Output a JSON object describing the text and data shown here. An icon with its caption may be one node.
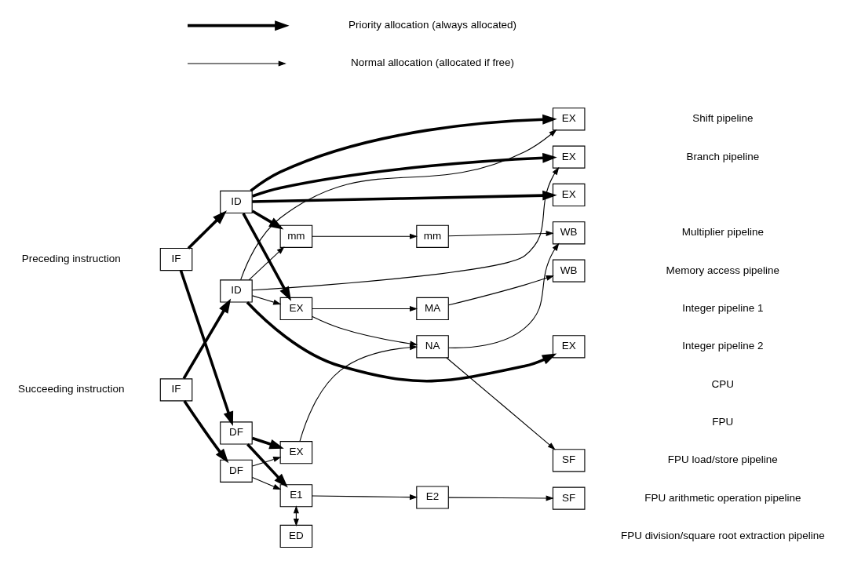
{
  "diagram": {
    "nodes": [
      {
        "text": [
          "IF"
        ],
        "beside": [
          "Preceding instruction"
        ]
      },
      {
        "text": [
          "IF"
        ],
        "beside": [
          "Succeeding instruction"
        ]
      },
      {
        "text": [
          "ID"
        ]
      },
      {
        "text": [
          "ID"
        ]
      },
      {
        "text": [
          "EX"
        ]
      },
      {
        "text": [
          "EX"
        ]
      },
      {
        "text": [
          "mm"
        ]
      },
      {
        "text": [
          "mm"
        ]
      },
      {
        "text": [
          "WB"
        ]
      },
      {
        "text": [
          "EX"
        ]
      },
      {
        "text": [
          "MA"
        ]
      },
      {
        "text": [
          "WB"
        ]
      },
      {
        "text": [
          "EX"
        ]
      },
      {
        "text": [
          "EX"
        ]
      },
      {
        "text": [
          "DF"
        ]
      },
      {
        "text": [
          "DF"
        ]
      },
      {
        "text": [
          "EX"
        ]
      },
      {
        "text": [
          "NA"
        ]
      },
      {
        "text": [
          "SF"
        ]
      },
      {
        "text": [
          "E1"
        ]
      },
      {
        "text": [
          "E2"
        ]
      },
      {
        "text": [
          "SF"
        ]
      },
      {
        "text": [
          "ED"
        ]
      }
    ],
    "edges": [
      {
        "from": 0,
        "to": 2,
        "arrow": "to",
        "style": "thick"
      },
      {
        "from": 1,
        "to": 3,
        "arrow": "to",
        "style": "thick"
      },
      {
        "from": 0,
        "to": 14,
        "arrow": "to",
        "style": "thick"
      },
      {
        "from": 1,
        "to": 15,
        "arrow": "to",
        "style": "thick"
      },
      {
        "from": 2,
        "to": 4,
        "arrow": "to",
        "style": "thick"
      },
      {
        "from": 2,
        "to": 5,
        "arrow": "to",
        "style": "thick"
      },
      {
        "from": 2,
        "to": 6,
        "arrow": "to",
        "style": "thick"
      },
      {
        "from": 2,
        "to": 9,
        "arrow": "to",
        "style": "thick"
      },
      {
        "from": 2,
        "to": 12,
        "arrow": "to",
        "style": "thick"
      },
      {
        "from": 3,
        "to": 4,
        "arrow": "to"
      },
      {
        "from": 3,
        "to": 5,
        "arrow": "to"
      },
      {
        "from": 3,
        "to": 6,
        "arrow": "to"
      },
      {
        "from": 3,
        "to": 9,
        "arrow": "to"
      },
      {
        "from": 3,
        "to": 13,
        "arrow": "to",
        "style": "thick"
      },
      {
        "from": 6,
        "to": 7,
        "arrow": "to"
      },
      {
        "from": 7,
        "to": 8,
        "arrow": "to"
      },
      {
        "from": 9,
        "to": 10,
        "arrow": "to"
      },
      {
        "from": 9,
        "to": 17,
        "arrow": "to"
      },
      {
        "from": 10,
        "to": 11,
        "arrow": "to"
      },
      {
        "from": 14,
        "to": 16,
        "arrow": "to",
        "style": "thick"
      },
      {
        "from": 14,
        "to": 19,
        "arrow": "to",
        "style": "thick"
      },
      {
        "from": 15,
        "to": 16,
        "arrow": "to"
      },
      {
        "from": 15,
        "to": 19,
        "arrow": "to"
      },
      {
        "from": 16,
        "to": 17,
        "arrow": "to"
      },
      {
        "from": 17,
        "to": 18,
        "arrow": "to"
      },
      {
        "from": 17,
        "to": 8,
        "arrow": "to"
      },
      {
        "from": 19,
        "to": 20,
        "arrow": "to"
      },
      {
        "from": 20,
        "to": 21,
        "arrow": "to"
      },
      {
        "from": 19,
        "to": 22,
        "arrow": "both"
      }
    ],
    "labels": [
      "Shift pipeline",
      "Branch pipeline",
      "Multiplier pipeline",
      "Memory access pipeline",
      "Integer pipeline 1",
      "Integer pipeline 2",
      "CPU",
      "FPU",
      "FPU load/store pipeline",
      "FPU arithmetic operation pipeline",
      "FPU division/square root extraction pipeline"
    ],
    "legend": [
      {
        "text": "Priority allocation (always allocated)"
      },
      {
        "text": "Normal allocation (allocated if free)"
      }
    ]
  }
}
